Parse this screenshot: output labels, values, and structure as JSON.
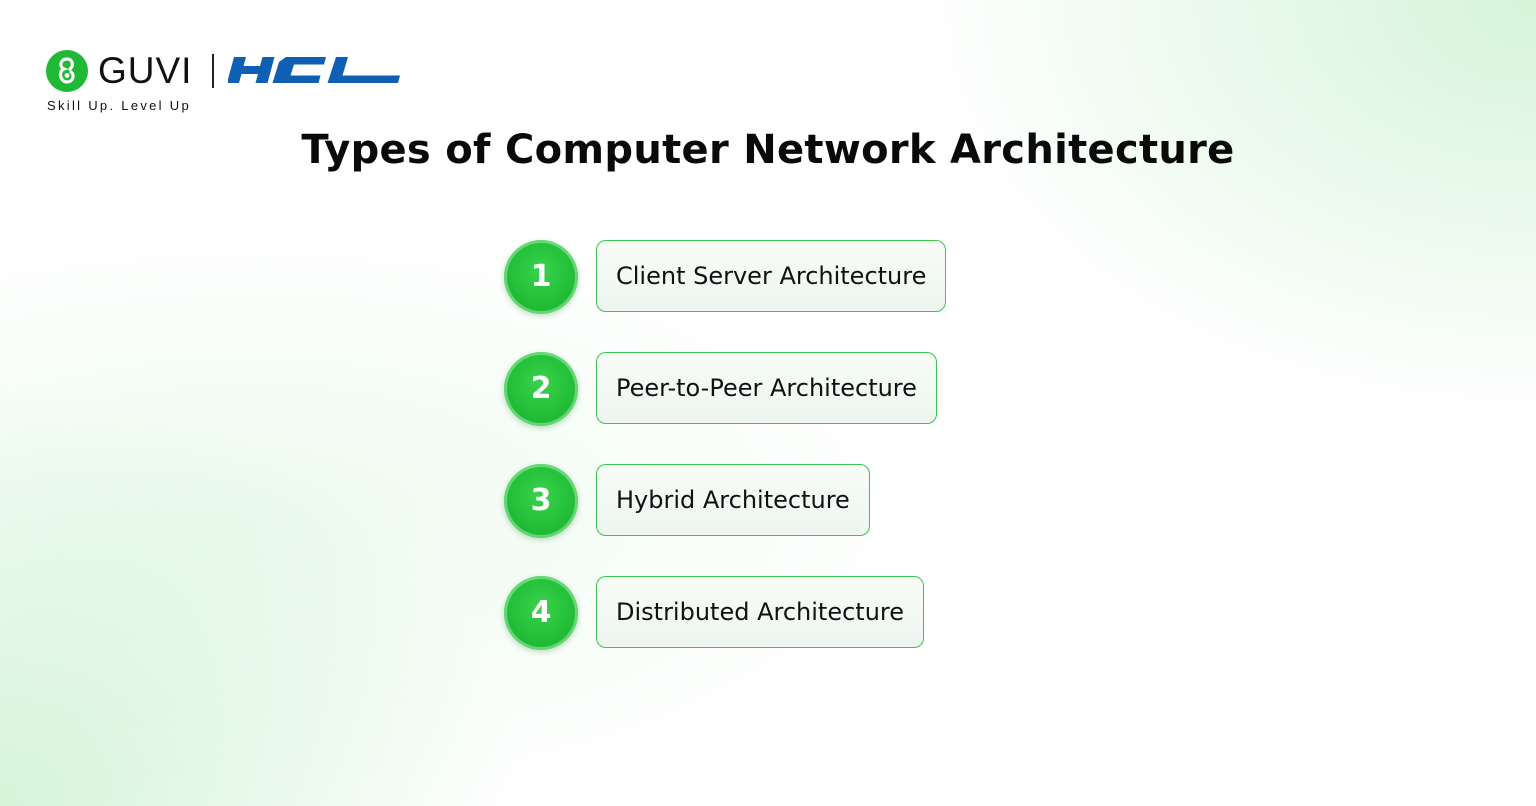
{
  "brand": {
    "name": "GUVI",
    "partner": "HCL",
    "tagline": "Skill Up. Level Up",
    "colors": {
      "guvi_green": "#1fb935",
      "hcl_blue": "#0f5fb3"
    }
  },
  "title": "Types of Computer Network Architecture",
  "items": [
    {
      "number": "1",
      "label": "Client Server Architecture"
    },
    {
      "number": "2",
      "label": "Peer-to-Peer Architecture"
    },
    {
      "number": "3",
      "label": "Hybrid Architecture"
    },
    {
      "number": "4",
      "label": "Distributed Architecture"
    }
  ],
  "colors": {
    "accent": "#22bf37",
    "box_border": "#3cc44e",
    "box_fill": "#f2f8f3",
    "text": "#111111"
  }
}
